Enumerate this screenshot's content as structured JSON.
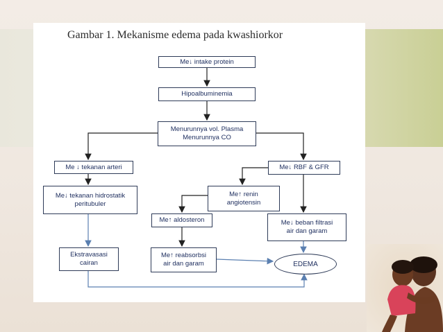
{
  "title": "Gambar 1. Mekanisme edema pada kwashiorkor",
  "nodes": {
    "intake": "Me↓ intake protein",
    "hipo": "Hipoalbuminemia",
    "plasma": "Menurunnya vol. Plasma\nMenurunnya CO",
    "arteri": "Me ↓ tekanan arteri",
    "rbf": "Me↓ RBF & GFR",
    "hidrostatik": "Me↓ tekanan hidrostatik\nperitubuler",
    "renin": "Me↑ renin\nangiotensin",
    "aldosteron": "Me↑ aldosteron",
    "beban": "Me↓ beban filtrasi\nair dan garam",
    "ekstravasasi": "Ekstravasasi\ncairan",
    "reabsorbsi": "Me↑ reabsorbsi\nair dan garam",
    "edema": "EDEMA"
  },
  "colors": {
    "arrow_blue": "#5a7fb0",
    "arrow_dark": "#222222",
    "box_border": "#2d3a57",
    "text": "#203060"
  }
}
